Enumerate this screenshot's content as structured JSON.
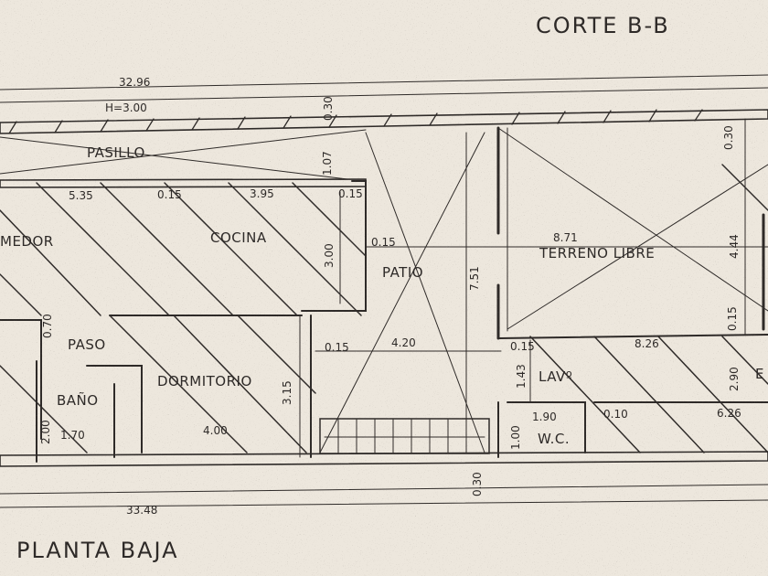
{
  "sheet": {
    "section_title": "CORTE B-B",
    "plan_title": "PLANTA BAJA"
  },
  "rooms": {
    "pasillo": "PASILLO",
    "comedor": "MEDOR",
    "cocina": "COCINA",
    "patio": "PATIO",
    "terreno_libre": "TERRENO LIBRE",
    "paso": "PASO",
    "bano": "BAÑO",
    "dormitorio": "DORMITORIO",
    "lavadero": "LAVº",
    "wc": "W.C.",
    "edge_room": "E"
  },
  "dimensions": {
    "top_length": "32.96",
    "height": "H=3.00",
    "top_wall": "0.30",
    "pasillo_width": "1.07",
    "right_top_wall": "0.30",
    "comedor_width": "5.35",
    "wall_a": "0.15",
    "cocina_width": "3.95",
    "wall_b": "0.15",
    "cocina_depth": "3.00",
    "patio_wall": "0.15",
    "terreno_length": "8.71",
    "right_depth": "4.44",
    "patio_depth": "7.51",
    "right_wall": "0.15",
    "paso_width": "0.70",
    "dorm_wall": "0.15",
    "patio_width": "4.20",
    "lav_wall": "0.15",
    "lav_length": "8.26",
    "lav_depth": "1.43",
    "right_section": "2.90",
    "wc_width": "1.90",
    "wc_wall": "0.10",
    "wc_depth": "1.00",
    "rear_length": "6.26",
    "dorm_depth": "3.15",
    "bano_depth": "2.00",
    "bano_width": "1.70",
    "dorm_width": "4.00",
    "bottom_wall": "0.30",
    "bottom_length": "33.48"
  },
  "colors": {
    "paper": "#ede7dd",
    "ink": "#2e2a28"
  }
}
